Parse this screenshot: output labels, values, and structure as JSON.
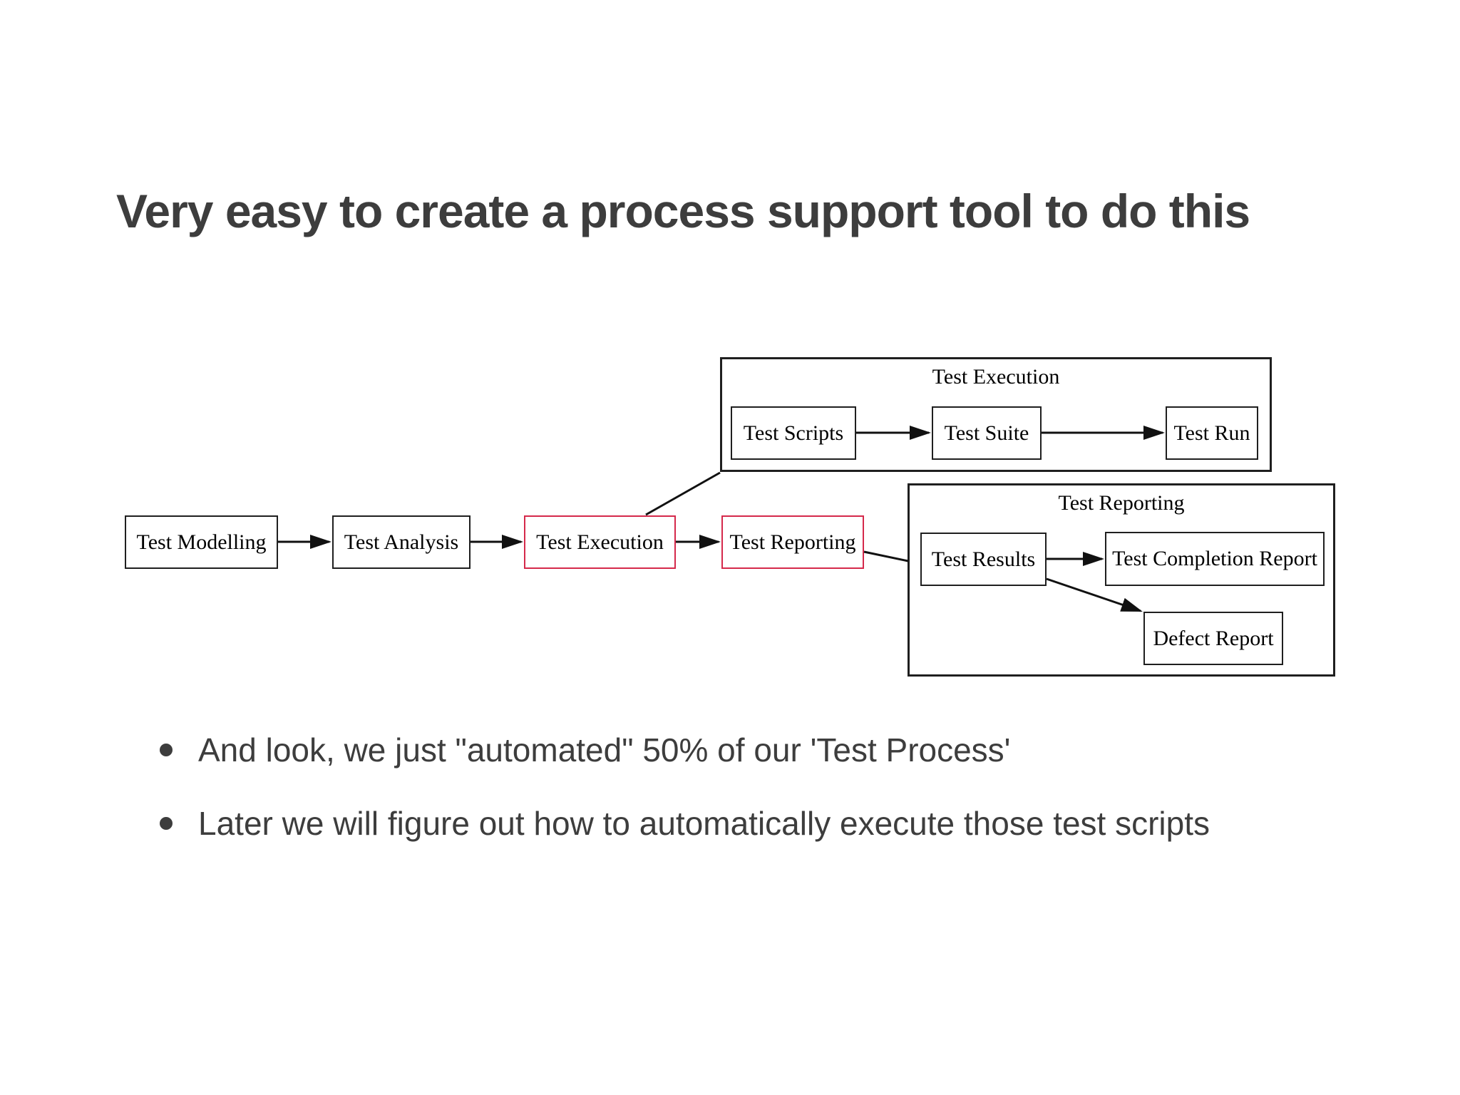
{
  "slide": {
    "title": "Very easy to create a process support tool to do this",
    "bullets": [
      {
        "text": "And look, we just \"automated\" 50% of our 'Test Process'"
      },
      {
        "text": "Later we will figure out how to automatically execute those test scripts"
      }
    ]
  },
  "diagram": {
    "process_flow": {
      "nodes": [
        {
          "label": "Test Modelling",
          "highlighted": false
        },
        {
          "label": "Test Analysis",
          "highlighted": false
        },
        {
          "label": "Test Execution",
          "highlighted": true
        },
        {
          "label": "Test Reporting",
          "highlighted": true
        }
      ]
    },
    "execution_detail": {
      "title": "Test Execution",
      "nodes": [
        {
          "label": "Test Scripts"
        },
        {
          "label": "Test Suite"
        },
        {
          "label": "Test Run"
        }
      ]
    },
    "reporting_detail": {
      "title": "Test Reporting",
      "nodes": [
        {
          "label": "Test Results"
        },
        {
          "label": "Test Completion Report"
        },
        {
          "label": "Defect Report"
        }
      ]
    },
    "edges": [
      {
        "from": "Test Modelling",
        "to": "Test Analysis",
        "arrow": true
      },
      {
        "from": "Test Analysis",
        "to": "Test Execution",
        "arrow": true
      },
      {
        "from": "Test Execution",
        "to": "Test Reporting",
        "arrow": true
      },
      {
        "from": "Test Execution",
        "to": "Test Execution detail group",
        "arrow": false
      },
      {
        "from": "Test Reporting",
        "to": "Test Reporting detail group",
        "arrow": false
      },
      {
        "from": "Test Scripts",
        "to": "Test Suite",
        "arrow": true
      },
      {
        "from": "Test Suite",
        "to": "Test Run",
        "arrow": true
      },
      {
        "from": "Test Results",
        "to": "Test Completion Report",
        "arrow": true
      },
      {
        "from": "Test Results",
        "to": "Defect Report",
        "arrow": true
      }
    ],
    "colors": {
      "highlight_border": "#d5294b",
      "box_border": "#1f1f1f",
      "connector": "#111111",
      "text": "#000000"
    }
  }
}
